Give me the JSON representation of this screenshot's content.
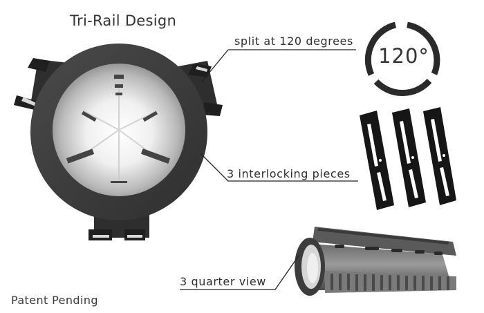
{
  "title": "Tri-Rail Design",
  "callouts": {
    "split": "split at 120 degrees",
    "interlocking": "3 interlocking pieces",
    "quarter": "3 quarter view"
  },
  "angle_label": "120°",
  "footer": "Patent Pending",
  "colors": {
    "background": "#ffffff",
    "rail_body": "#3b3b3b",
    "rail_dark": "#1a1a1a",
    "interior_light": "#f2f2f2",
    "line": "#222222"
  },
  "piece_count": 3
}
